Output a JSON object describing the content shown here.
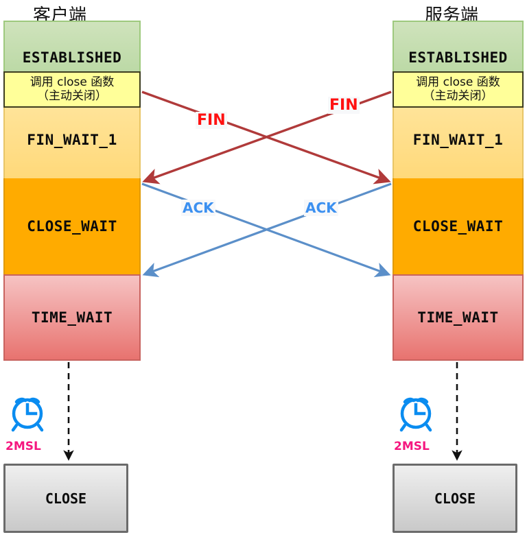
{
  "diagram": {
    "title_left": "客户端",
    "title_right": "服务端",
    "colors": {
      "established": "#c5e0b4",
      "fin_wait": "#ffd97a",
      "close_wait": "#ffab00",
      "time_wait": "#e8736f",
      "close": "#d4d4d4",
      "fin_arrow": "#b03a3a",
      "ack_arrow": "#5b8fc9",
      "fin_label": "#ff1111",
      "ack_label": "#3c90f0",
      "msl_label": "#f5177f",
      "note_bg": "#ffff99"
    },
    "client": {
      "states": [
        {
          "name": "ESTABLISHED"
        },
        {
          "name": "FIN_WAIT_1"
        },
        {
          "name": "CLOSE_WAIT"
        },
        {
          "name": "TIME_WAIT"
        }
      ],
      "note": {
        "line1": "调用 close 函数",
        "line2": "（主动关闭）"
      },
      "timer": {
        "icon": "alarm-clock-icon",
        "label": "2MSL"
      },
      "terminal": {
        "name": "CLOSE"
      }
    },
    "server": {
      "states": [
        {
          "name": "ESTABLISHED"
        },
        {
          "name": "FIN_WAIT_1"
        },
        {
          "name": "CLOSE_WAIT"
        },
        {
          "name": "TIME_WAIT"
        }
      ],
      "note": {
        "line1": "调用 close 函数",
        "line2": "（主动关闭）"
      },
      "timer": {
        "icon": "alarm-clock-icon",
        "label": "2MSL"
      },
      "terminal": {
        "name": "CLOSE"
      }
    },
    "messages": [
      {
        "id": "fin-client-to-server",
        "label": "FIN",
        "direction": "left-to-right"
      },
      {
        "id": "fin-server-to-client",
        "label": "FIN",
        "direction": "right-to-left"
      },
      {
        "id": "ack-client-to-server",
        "label": "ACK",
        "direction": "left-to-right"
      },
      {
        "id": "ack-server-to-client",
        "label": "ACK",
        "direction": "right-to-left"
      }
    ]
  }
}
